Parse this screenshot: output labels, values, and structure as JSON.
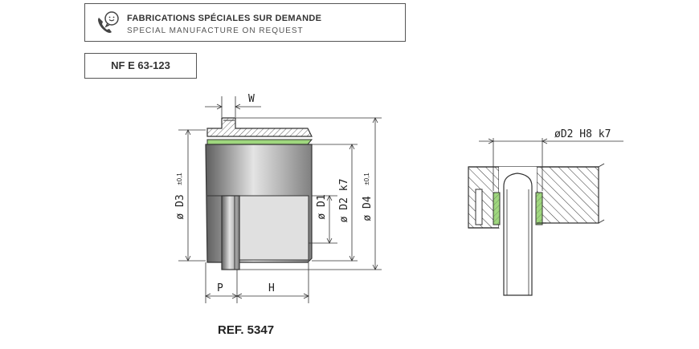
{
  "banner": {
    "line_fr": "FABRICATIONS SPÉCIALES SUR DEMANDE",
    "line_en": "SPECIAL MANUFACTURE ON REQUEST",
    "icon": "phone-chat-icon"
  },
  "norm": "NF E 63-123",
  "dims": {
    "w": "W",
    "p": "P",
    "h": "H",
    "d1": "ø D1",
    "d2": "ø D2 k7",
    "d3": "ø D3",
    "d3_tol": "±0,1",
    "d4": "ø D4",
    "d4_tol": "±0,1",
    "fit": "øD2 H8 k7"
  },
  "reference": "REF. 5347",
  "colors": {
    "liner": "#9fd77e",
    "steel_dark": "#6c6c6c",
    "steel_light": "#d7d7d7"
  }
}
